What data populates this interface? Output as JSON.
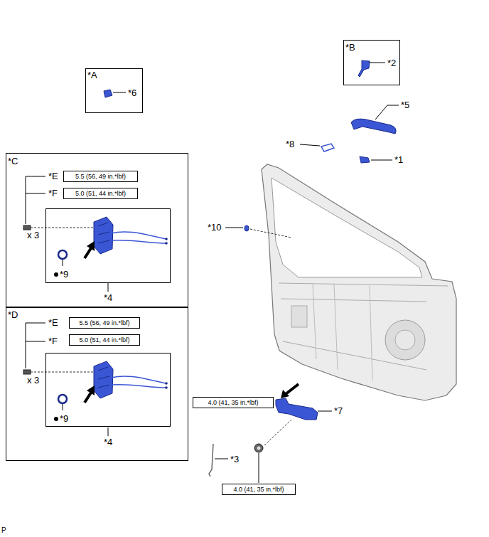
{
  "diagram": {
    "nodes": [
      {
        "text": [
          "*A",
          "*6"
        ]
      },
      {
        "text": [
          "*B",
          "*2"
        ]
      },
      {
        "text": [
          "*C",
          "*E",
          "*F",
          "x 3",
          "*4"
        ]
      },
      {
        "text": [
          "5.5 (56, 49 in.*lbf)"
        ],
        "in": 2
      },
      {
        "text": [
          "5.0 (51, 44 in.*lbf)"
        ],
        "in": 2
      },
      {
        "text": [
          "*9"
        ],
        "in": 2
      },
      {
        "text": [
          "*D",
          "*E",
          "*F",
          "x 3",
          "*4"
        ]
      },
      {
        "text": [
          "5.5 (56, 49 in.*lbf)"
        ],
        "in": 6
      },
      {
        "text": [
          "5.0 (51, 44 in.*lbf)"
        ],
        "in": 6
      },
      {
        "text": [
          "*9"
        ],
        "in": 6
      },
      {
        "text": [
          "4.0 (41, 35 in.*lbf)"
        ]
      },
      {
        "text": [
          "4.0 (41, 35 in.*lbf)"
        ]
      }
    ],
    "labels": [
      "*5",
      "*8",
      "*1",
      "*10",
      "*7",
      "*3",
      "P"
    ]
  }
}
